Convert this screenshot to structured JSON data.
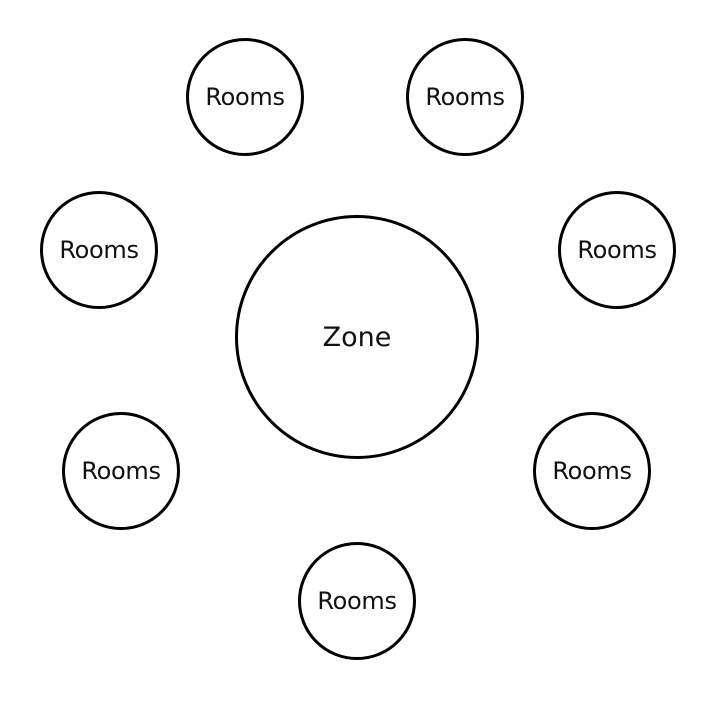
{
  "diagram": {
    "center": {
      "label": "Zone"
    },
    "rooms": [
      {
        "label": "Rooms"
      },
      {
        "label": "Rooms"
      },
      {
        "label": "Rooms"
      },
      {
        "label": "Rooms"
      },
      {
        "label": "Rooms"
      },
      {
        "label": "Rooms"
      },
      {
        "label": "Rooms"
      }
    ]
  }
}
